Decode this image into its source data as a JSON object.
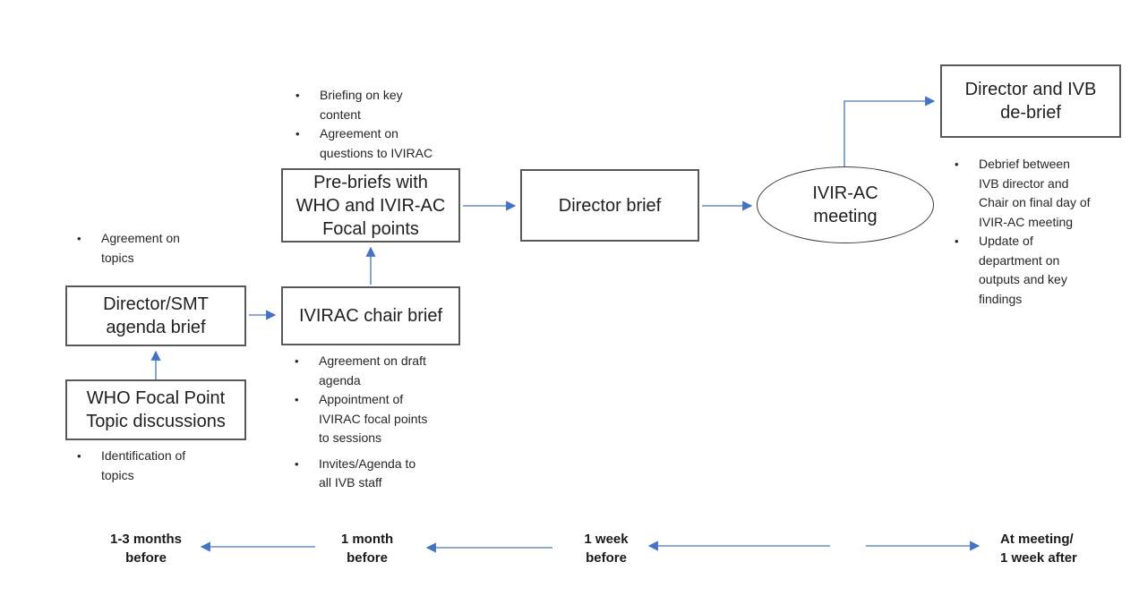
{
  "diagram": {
    "bullet_char": "•",
    "colors": {
      "arrow_line": "#6b8ec9",
      "arrow_head": "#4472c4",
      "box_border": "#595959",
      "text": "#262626"
    },
    "boxes": {
      "who_focal": {
        "label": "WHO Focal Point\nTopic discussions"
      },
      "director_smt": {
        "label": "Director/SMT\nagenda brief"
      },
      "ivirac_chair": {
        "label": "IVIRAC chair brief"
      },
      "prebriefs": {
        "label": "Pre-briefs with\nWHO and IVIR-AC\nFocal points"
      },
      "director_brief": {
        "label": "Director brief"
      },
      "debrief": {
        "label": "Director and IVB\nde-brief"
      },
      "meeting": {
        "label": "IVIR-AC\nmeeting"
      }
    },
    "bullets": {
      "topics_agreed": {
        "items": [
          "Agreement on\ntopics"
        ]
      },
      "topics_identified": {
        "items": [
          "Identification of\ntopics"
        ]
      },
      "prebrief_notes": {
        "items": [
          "Briefing on key\ncontent",
          "Agreement on\nquestions to IVIRAC"
        ]
      },
      "chair_notes": {
        "items": [
          "Agreement on draft\nagenda",
          "Appointment of\nIVIRAC focal points\nto sessions",
          "Invites/Agenda to\nall IVB staff"
        ]
      },
      "debrief_notes": {
        "items": [
          "Debrief between\nIVB director and\nChair on final day of\nIVIR-AC meeting",
          "Update of\ndepartment on\noutputs and key\nfindings"
        ]
      }
    },
    "timeline": {
      "t1": "1-3 months\nbefore",
      "t2": "1 month\nbefore",
      "t3": "1 week\nbefore",
      "t4": "At meeting/\n1 week after"
    }
  }
}
